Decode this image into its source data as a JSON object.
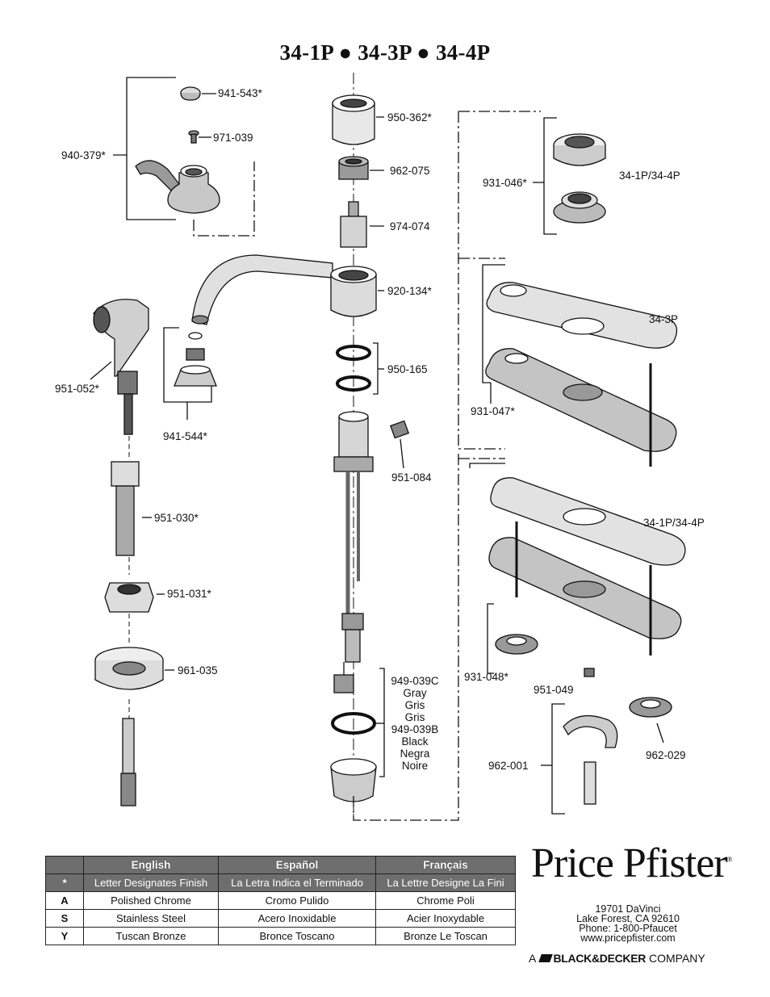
{
  "title": "34-1P ● 34-3P ● 34-4P",
  "parts": {
    "p941_543": "941-543*",
    "p971_039": "971-039",
    "p940_379": "940-379*",
    "p950_362": "950-362*",
    "p962_075": "962-075",
    "p974_074": "974-074",
    "p920_134": "920-134*",
    "p950_165": "950-165",
    "p951_084": "951-084",
    "p951_052": "951-052*",
    "p941_544": "941-544*",
    "p951_030": "951-030*",
    "p951_031": "951-031*",
    "p961_035": "961-035",
    "p931_046": "931-046*",
    "p931_047": "931-047*",
    "p931_048": "931-048*",
    "p951_049": "951-049",
    "p962_001": "962-001",
    "p962_029": "962-029",
    "model_14a": "34-1P/34-4P",
    "model_3p": "34-3P",
    "model_14b": "34-1P/34-4P"
  },
  "sprayhose": {
    "lines": [
      "949-039C",
      "Gray",
      "Gris",
      "Gris",
      "949-039B",
      "Black",
      "Negra",
      "Noire"
    ]
  },
  "finish_table": {
    "headers": [
      "English",
      "Español",
      "Français"
    ],
    "legend_key": "*",
    "legend": [
      "Letter Designates Finish",
      "La Letra Indica el Terminado",
      "La Lettre Designe La Fini"
    ],
    "rows": [
      {
        "key": "A",
        "en": "Polished Chrome",
        "es": "Cromo Pulido",
        "fr": "Chrome Poli"
      },
      {
        "key": "S",
        "en": "Stainless Steel",
        "es": "Acero Inoxidable",
        "fr": "Acier Inoxydable"
      },
      {
        "key": "Y",
        "en": "Tuscan Bronze",
        "es": "Bronce Toscano",
        "fr": "Bronze Le Toscan"
      }
    ]
  },
  "brand": {
    "name": "Price Pfister",
    "address1": "19701 DaVinci",
    "address2": "Lake Forest, CA 92610",
    "phone": "Phone: 1-800-Pfaucet",
    "web": "www.pricepfister.com",
    "company_prefix": "A",
    "company_name": "BLACK&DECKER",
    "company_suffix": "COMPANY"
  }
}
